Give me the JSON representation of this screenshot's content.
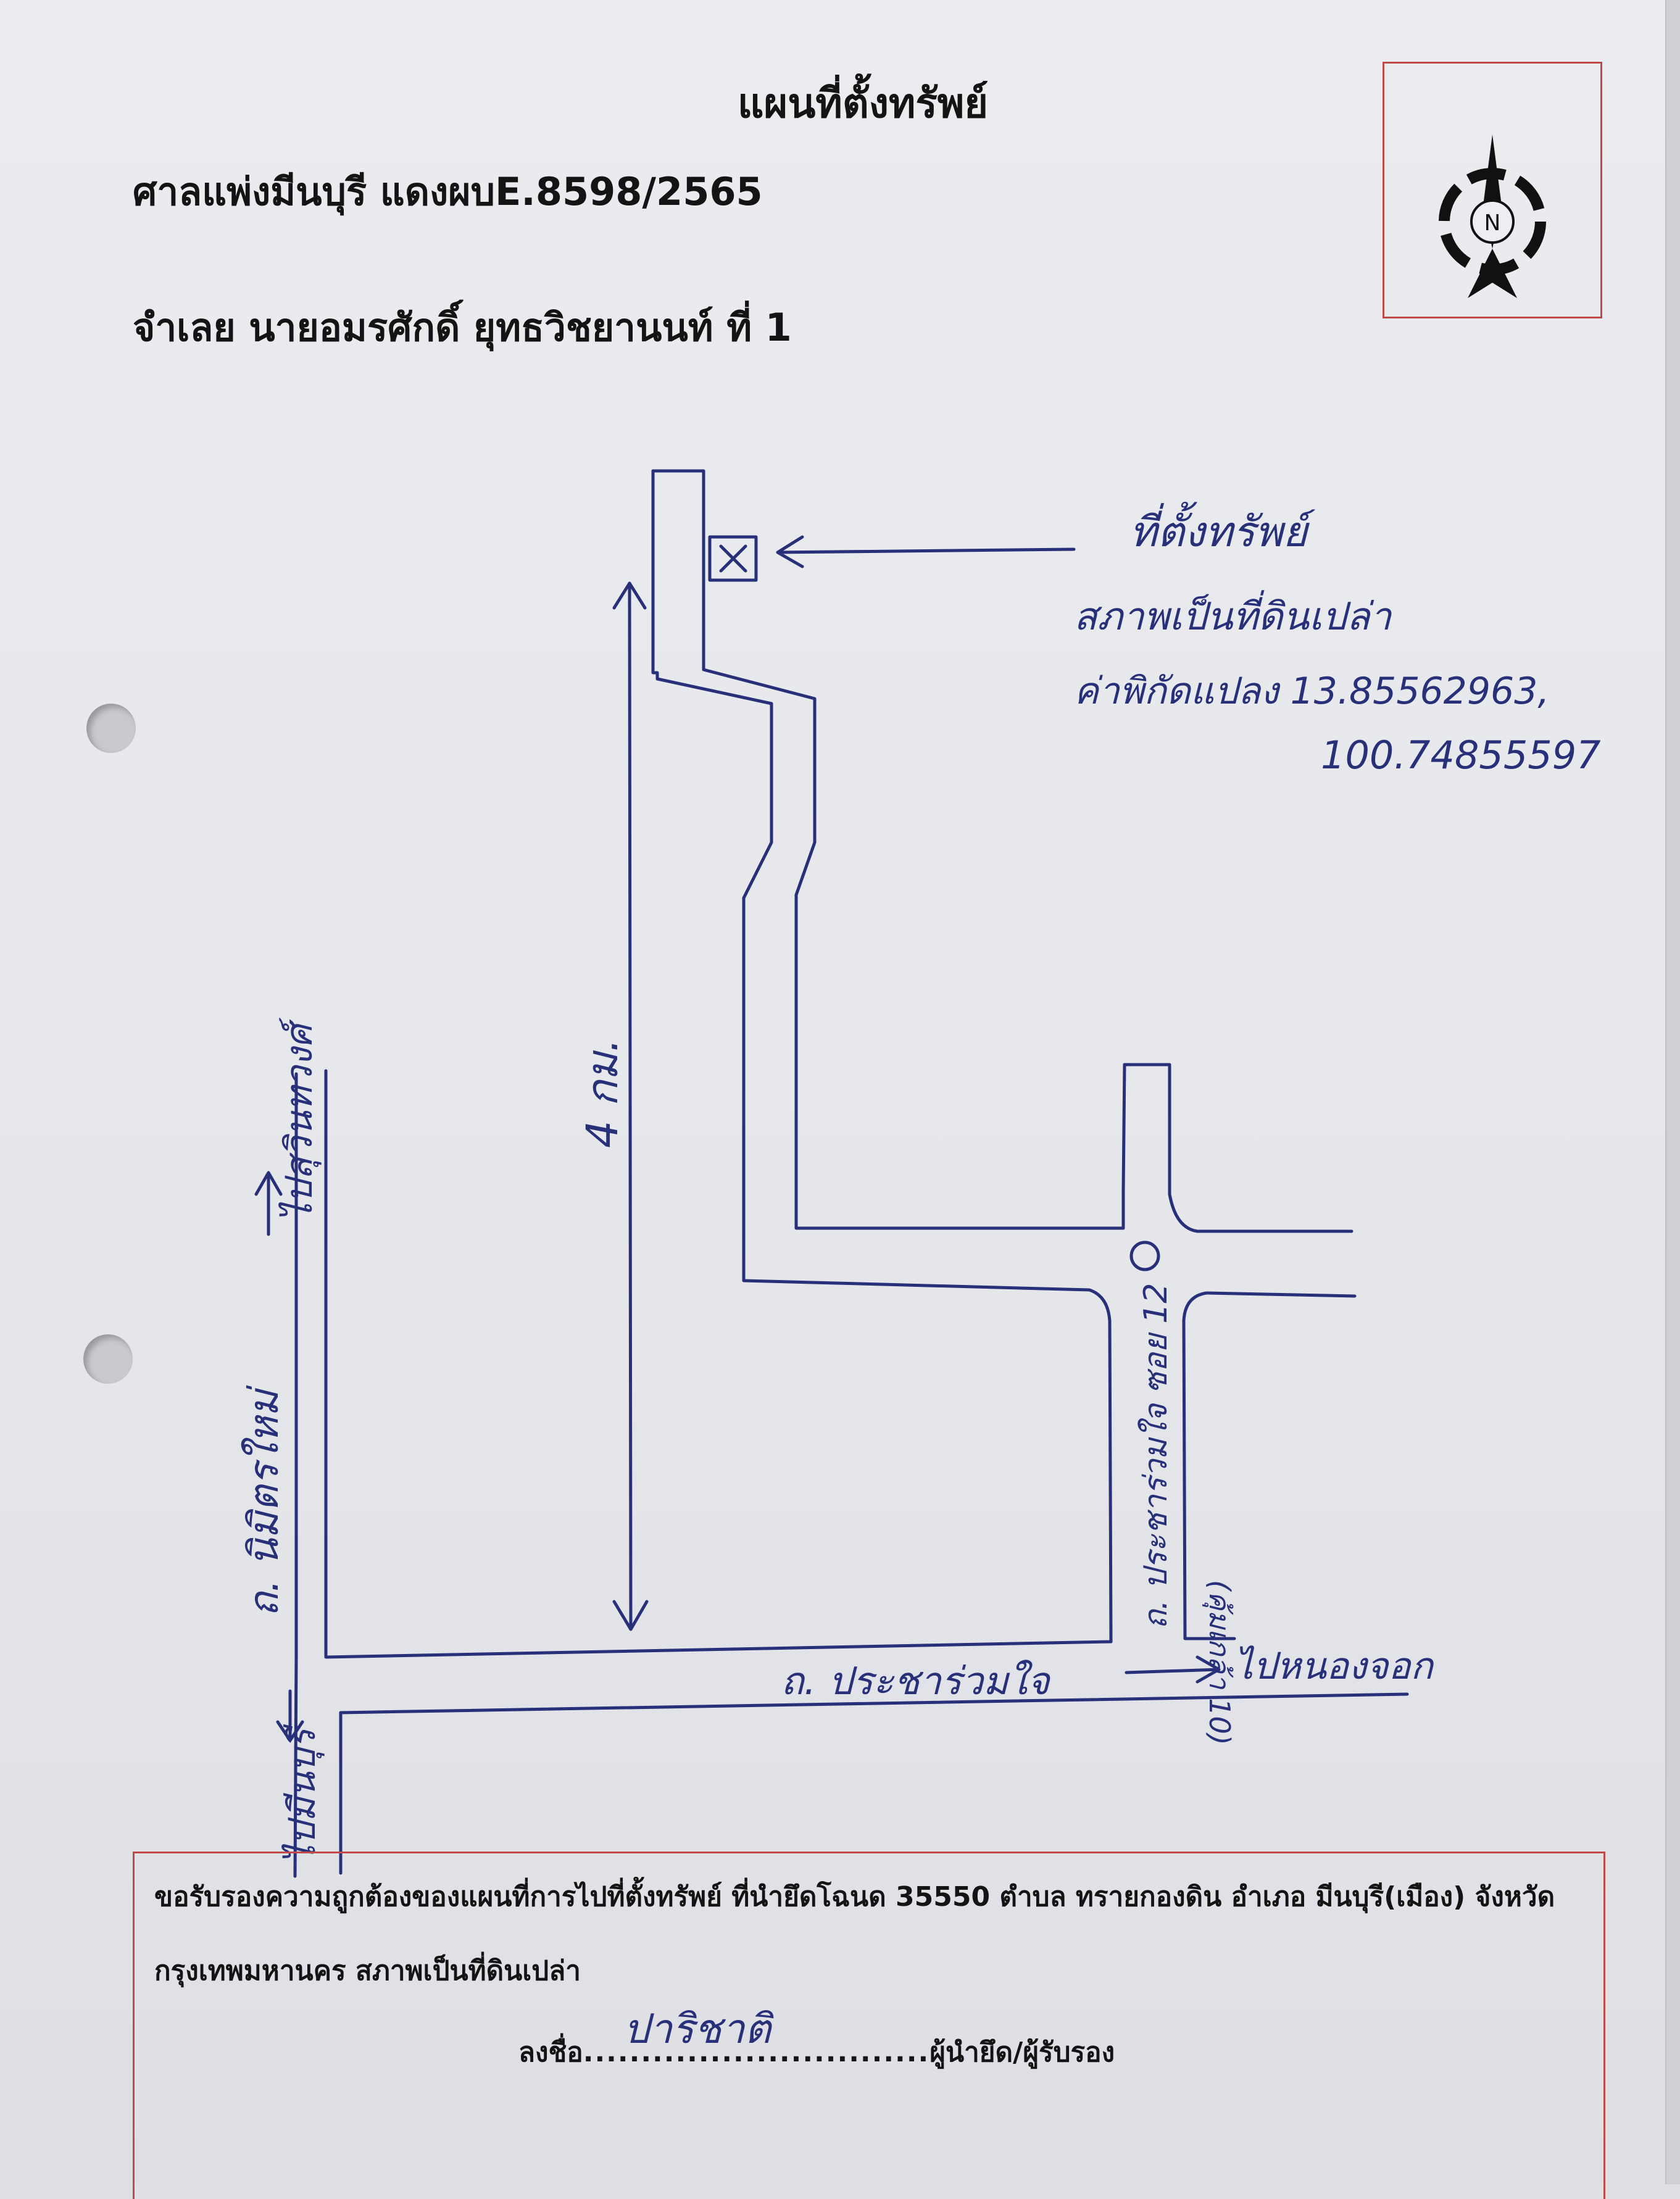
{
  "document": {
    "title": "แผนที่ตั้งทรัพย์",
    "case_line": "ศาลแพ่งมีนบุรี แดงผบE.8598/2565",
    "defendant_line": "จำเลย นายอมรศักดิ์  ยุทธวิชยานนท์ ที่ 1"
  },
  "compass": {
    "label": "N"
  },
  "map": {
    "property_label": "ที่ตั้งทรัพย์",
    "property_desc": "สภาพเป็นที่ดินเปล่า",
    "coord_label": "ค่าพิกัดแปลง 13.85562963,",
    "coord_value": "100.74855597",
    "distance_label": "4 กม.",
    "road_left": "ถ. นิมิตรใหม่",
    "to_top_left": "ไปสุวินทวงศ์",
    "to_bottom_left": "ไปมีนบุรี",
    "road_bottom": "ถ. ประชาร่วมใจ",
    "to_right": "ไปหนองจอก",
    "soi_label": "ถ. ประชาร่วมใจ ซอย 12",
    "soi_sub": "(คุ้มเกล้า 10)",
    "colors": {
      "ink": "#28307a",
      "border_red": "#c04a48",
      "text": "#141414"
    }
  },
  "certification": {
    "line1": "ขอรับรองความถูกต้องของแผนที่การไปที่ตั้งทรัพย์ ที่นำยึดโฉนด 35550 ตำบล ทรายกองดิน อำเภอ มีนบุรี(เมือง) จังหวัด",
    "line2": "กรุงเทพมหานคร  สภาพเป็นที่ดินเปล่า",
    "sign_prefix": "ลงชื่อ",
    "sign_dots": "..............................",
    "sign_suffix": "ผู้นำยึด/ผู้รับรอง",
    "signature": "ปาริชาติ"
  }
}
